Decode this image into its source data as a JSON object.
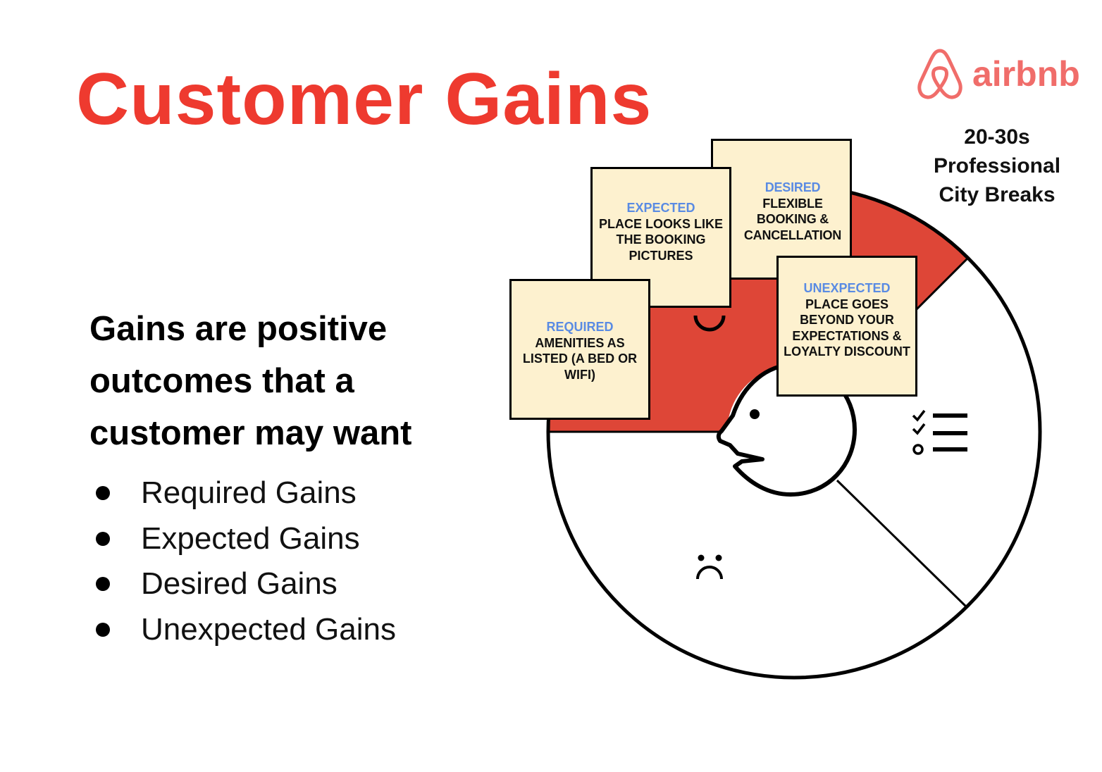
{
  "title": "Customer Gains",
  "brand": {
    "name": "airbnb",
    "color": "#f06d6a"
  },
  "persona": [
    "20-30s",
    "Professional",
    "City Breaks"
  ],
  "heading": "Gains are positive outcomes that a customer may want",
  "bullets": [
    "Required Gains",
    "Expected Gains",
    "Desired Gains",
    "Unexpected Gains"
  ],
  "colors": {
    "accent": "#ee3a2f",
    "sector": "#de4637",
    "note": "#fdf1cf",
    "label": "#5a8be3"
  },
  "notes": [
    {
      "label": "REQUIRED",
      "text": "AMENITIES AS LISTED (A BED OR WIFI)"
    },
    {
      "label": "EXPECTED",
      "text": "PLACE LOOKS LIKE THE BOOKING PICTURES"
    },
    {
      "label": "DESIRED",
      "text": "FLEXIBLE BOOKING & CANCELLATION"
    },
    {
      "label": "UNEXPECTED",
      "text": "PLACE GOES BEYOND YOUR EXPECTATIONS & LOYALTY DISCOUNT"
    }
  ]
}
